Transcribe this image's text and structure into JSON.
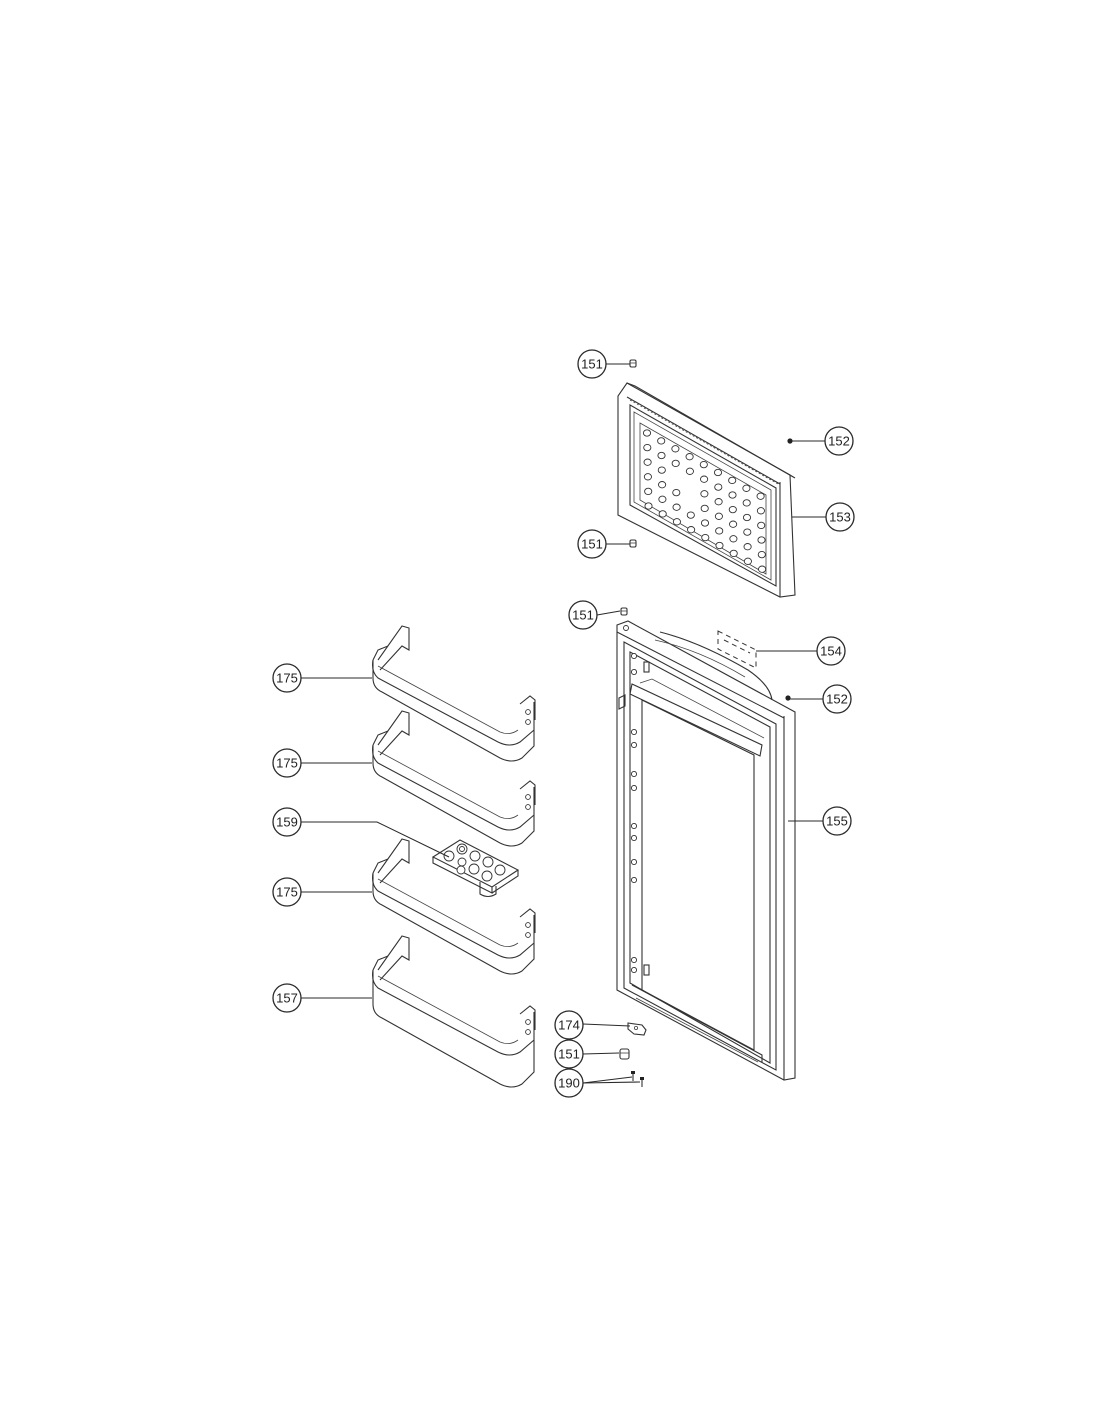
{
  "callouts": {
    "c151_top": "151",
    "c152_top": "152",
    "c153": "153",
    "c151_mid": "151",
    "c151_upper_door": "151",
    "c154": "154",
    "c152_lower": "152",
    "c155": "155",
    "c175_a": "175",
    "c175_b": "175",
    "c159": "159",
    "c175_c": "175",
    "c157": "157",
    "c174": "174",
    "c151_bottom": "151",
    "c190": "190"
  }
}
